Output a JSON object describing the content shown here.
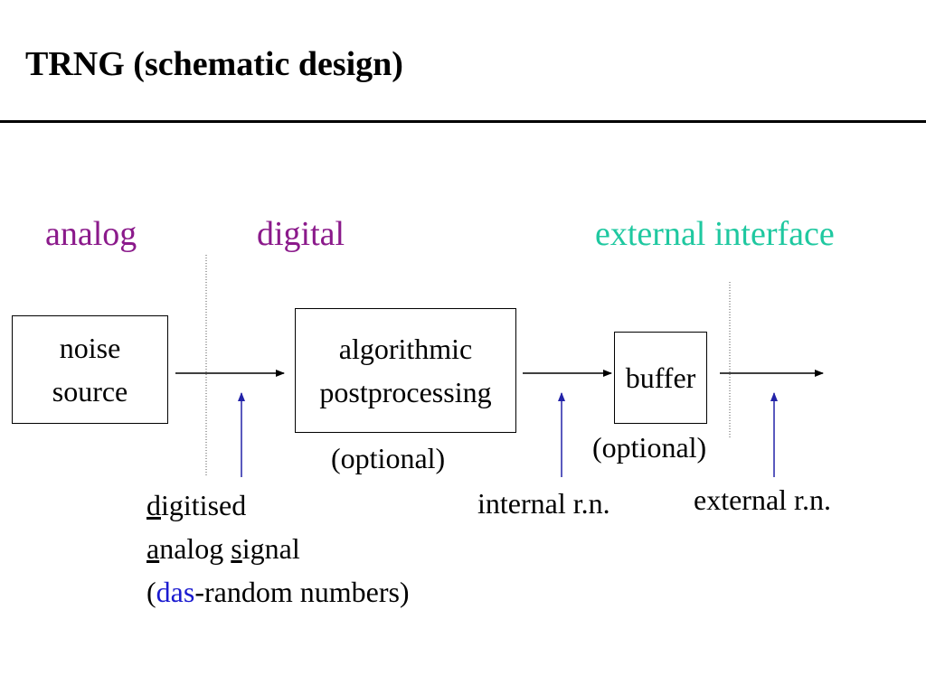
{
  "title": "TRNG (schematic design)",
  "sections": {
    "analog": "analog",
    "digital": "digital",
    "external": "external interface"
  },
  "colors": {
    "analog": "#8b1a8b",
    "digital": "#8b1a8b",
    "external": "#1fc8a0",
    "arrow_up": "#2323a8",
    "das": "#1a1ad0"
  },
  "boxes": {
    "noise_source": {
      "line1": "noise",
      "line2": "source"
    },
    "postprocessing": {
      "line1": "algorithmic",
      "line2": "postprocessing"
    },
    "buffer": {
      "label": "buffer"
    }
  },
  "labels": {
    "optional_post": "(optional)",
    "optional_buffer": "(optional)",
    "internal_rn": "internal r.n.",
    "external_rn": "external r.n."
  },
  "signal": {
    "line1_first": "d",
    "line1_rest": "igitised",
    "line2_a": "a",
    "line2_b": "nalog ",
    "line2_s": "s",
    "line2_rest": "ignal",
    "line3_open": "(",
    "line3_das": "das",
    "line3_rest": "-random numbers)"
  }
}
